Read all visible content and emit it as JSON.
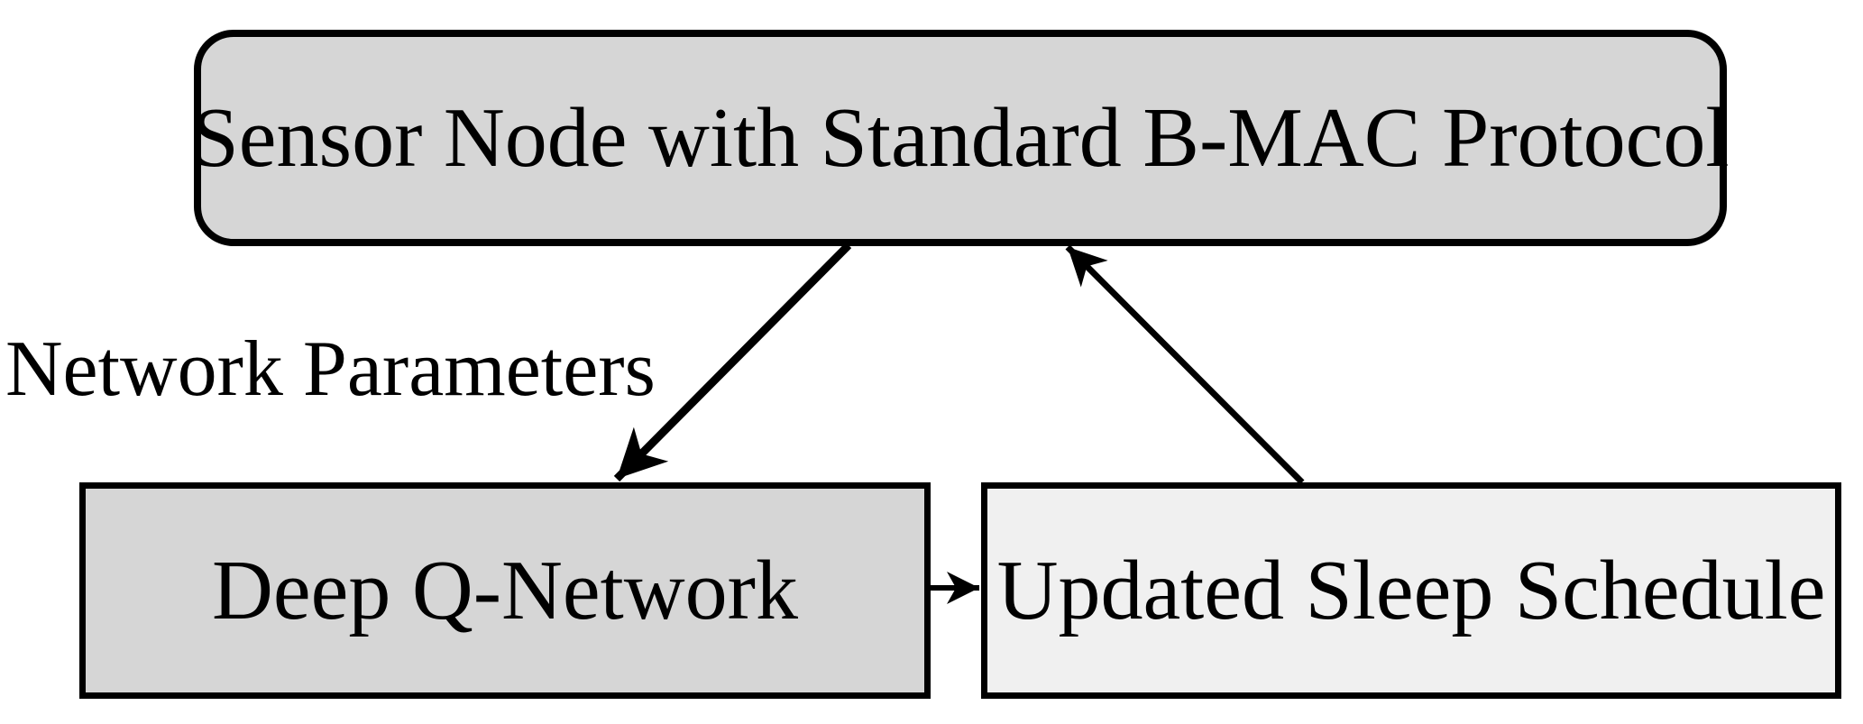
{
  "diagram": {
    "type": "flow-diagram",
    "nodes": [
      {
        "id": "sensor-node",
        "label": "Sensor Node with Standard B-MAC Protocol",
        "shape": "rounded-rectangle",
        "fill": "#d6d6d6",
        "border": "#000000"
      },
      {
        "id": "deep-q-network",
        "label": "Deep Q-Network",
        "shape": "rectangle",
        "fill": "#d6d6d6",
        "border": "#000000"
      },
      {
        "id": "updated-sleep-schedule",
        "label": "Updated Sleep Schedule",
        "shape": "rectangle",
        "fill": "#f0f0f0",
        "border": "#000000"
      }
    ],
    "edges": [
      {
        "from": "sensor-node",
        "to": "deep-q-network",
        "label": "Network Parameters",
        "direction": "one-way",
        "color": "#000000"
      },
      {
        "from": "updated-sleep-schedule",
        "to": "sensor-node",
        "label": "",
        "direction": "one-way",
        "color": "#000000"
      },
      {
        "from": "deep-q-network",
        "to": "updated-sleep-schedule",
        "label": "",
        "direction": "one-way",
        "color": "#000000"
      }
    ],
    "colors": {
      "background": "#ffffff",
      "text": "#000000",
      "node_fill_gray": "#d6d6d6",
      "node_fill_light": "#f0f0f0",
      "line": "#000000"
    }
  }
}
